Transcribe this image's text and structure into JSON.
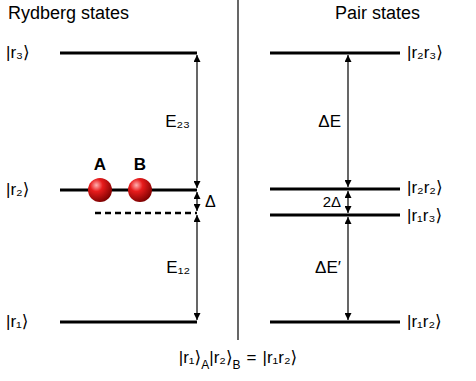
{
  "diagram": {
    "labels": [
      "Rydberg states",
      "Pair states",
      "|r₃⟩",
      "|r₂⟩",
      "|r₁⟩",
      "A",
      "B",
      "E₂₃",
      "Δ",
      "E₁₂",
      "|r₂r₃⟩",
      "ΔE",
      "|r₂r₂⟩",
      "2Δ",
      "|r₁r₃⟩",
      "ΔE′",
      "|r₁r₂⟩",
      "|r₁⟩",
      "A",
      "|r₂⟩",
      "B",
      "=",
      "|r₁r₂⟩"
    ]
  }
}
